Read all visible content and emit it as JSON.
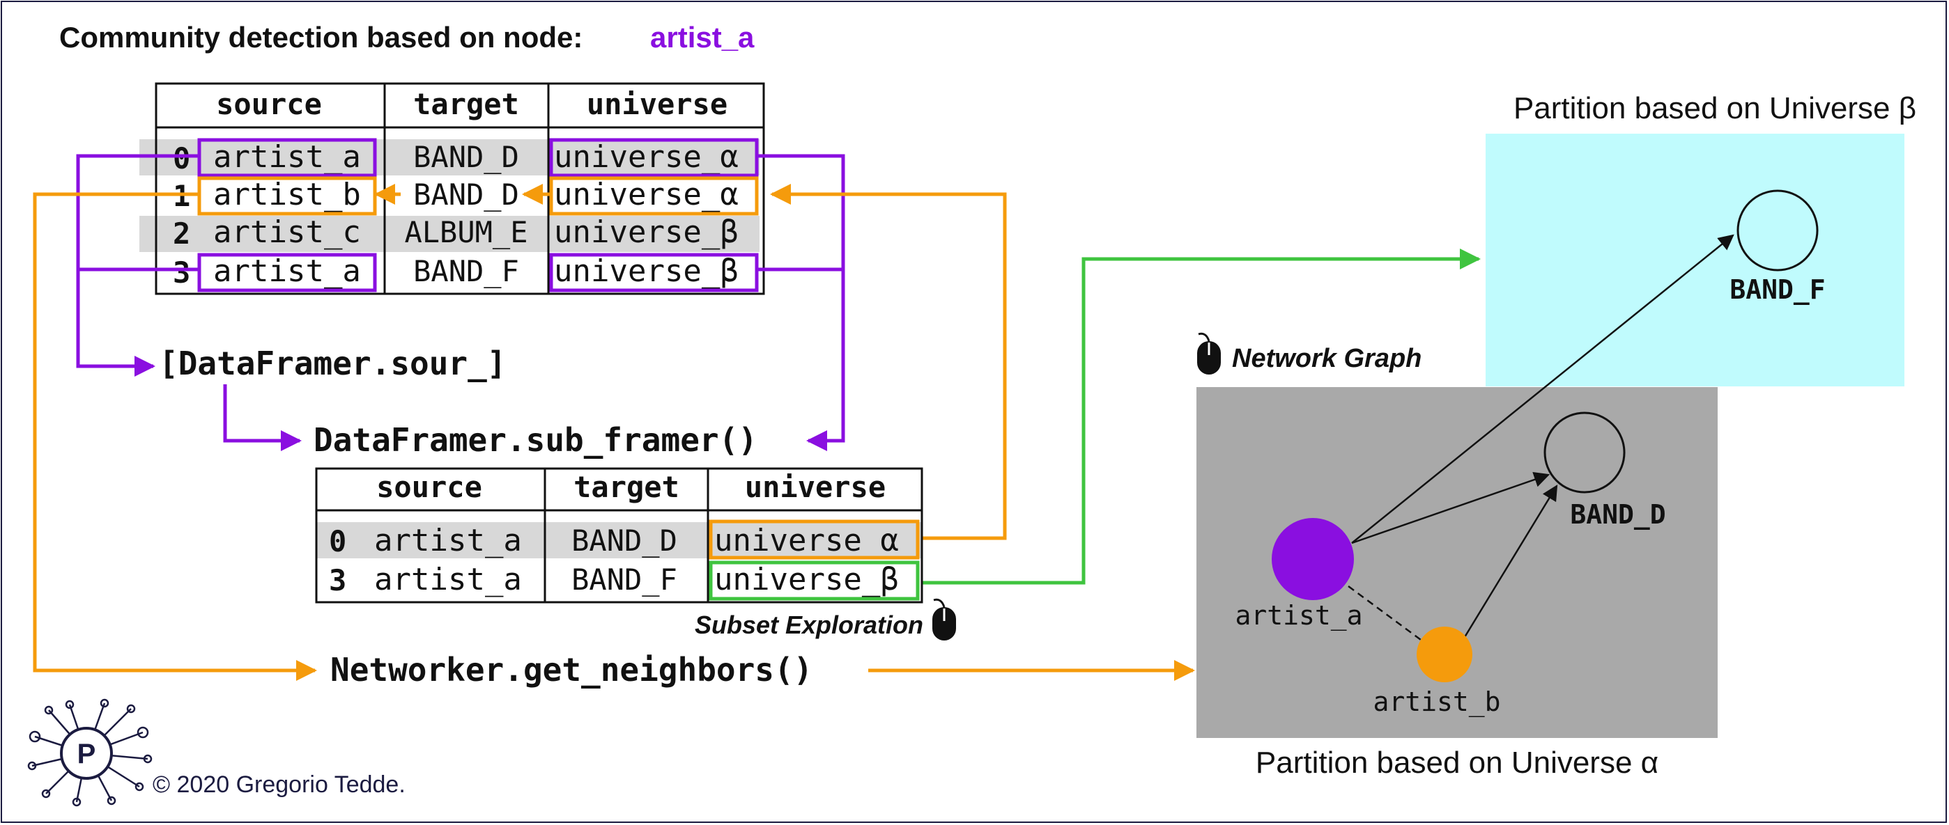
{
  "header": {
    "prefix": "Community detection based on node:",
    "node": "artist_a"
  },
  "table_main": {
    "columns": [
      "source",
      "target",
      "universe"
    ],
    "rows": [
      {
        "index": "0",
        "source": "artist_a",
        "target": "BAND_D",
        "universe": "universe_α"
      },
      {
        "index": "1",
        "source": "artist_b",
        "target": "BAND_D",
        "universe": "universe_α"
      },
      {
        "index": "2",
        "source": "artist_c",
        "target": "ALBUM_E",
        "universe": "universe_β"
      },
      {
        "index": "3",
        "source": "artist_a",
        "target": "BAND_F",
        "universe": "universe_β"
      }
    ]
  },
  "code": {
    "dataframer_source": "[DataFramer.sour_]",
    "sub_framer": "DataFramer.sub_framer()",
    "get_neighbors": "Networker.get_neighbors()"
  },
  "table_sub": {
    "columns": [
      "source",
      "target",
      "universe"
    ],
    "rows": [
      {
        "index": "0",
        "source": "artist_a",
        "target": "BAND_D",
        "universe": "universe_α"
      },
      {
        "index": "3",
        "source": "artist_a",
        "target": "BAND_F",
        "universe": "universe_β"
      }
    ]
  },
  "labels": {
    "subset_exploration": "Subset Exploration",
    "network_graph": "Network Graph",
    "partition_beta": "Partition based on Universe β",
    "partition_alpha": "Partition based on Universe α",
    "copyright": "© 2020 Gregorio Tedde."
  },
  "graph": {
    "nodes": {
      "band_f": "BAND_F",
      "band_d": "BAND_D",
      "artist_a": "artist_a",
      "artist_b": "artist_b"
    }
  },
  "colors": {
    "purple": "#8a0fe0",
    "orange": "#f59b0c",
    "green": "#3fc43f",
    "cyan_panel": "#c0fbfd",
    "grey_panel": "#a9a9a9",
    "row_highlight": "#d8d8d8"
  }
}
